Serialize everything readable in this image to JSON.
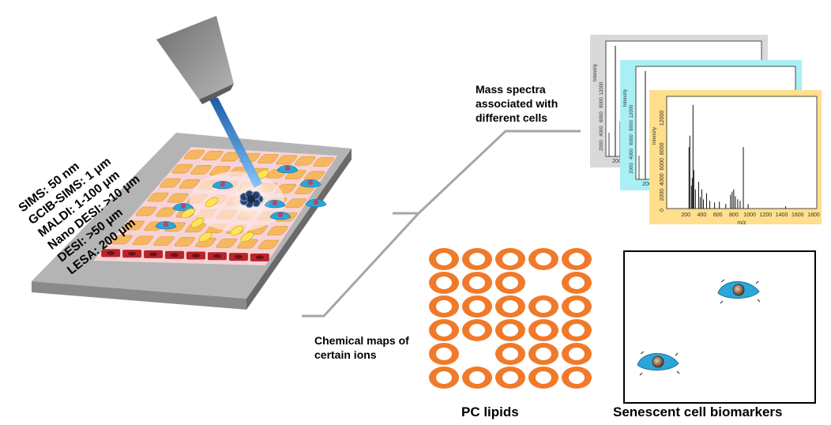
{
  "resolutions": [
    "SIMS: 50 nm",
    "GCIB-SIMS: 1 μm",
    "MALDI: 1-100 μm",
    "Nano DESI: >10 μm",
    "DESI: >50 μm",
    "LESA: 200 μm"
  ],
  "labels": {
    "mass_spectra": [
      "Mass spectra",
      "associated with",
      "different cells"
    ],
    "chemical_maps": [
      "Chemical maps of",
      "certain ions"
    ],
    "pc_lipids": "PC lipids",
    "senescent": "Senescent cell biomarkers"
  },
  "spectra": {
    "back_panels": [
      {
        "color": "#d9d9d9",
        "y_ticks": [
          "2000",
          "4000",
          "6000",
          "8000",
          "12000"
        ],
        "y_label": "Intensity",
        "x_ticks": [
          "200"
        ]
      },
      {
        "color": "#a8f0f5",
        "y_ticks": [
          "2000",
          "4000",
          "6000",
          "8000",
          "12000"
        ],
        "y_label": "Intensity",
        "x_ticks": [
          "200"
        ]
      }
    ],
    "front": {
      "color": "#ffdf8c",
      "y_label": "Intensity",
      "x_label": "m/z",
      "y_ticks": [
        "0",
        "2000",
        "4000",
        "6000",
        "8000",
        "12000"
      ],
      "x_ticks": [
        "200",
        "400",
        "600",
        "800",
        "1000",
        "1200",
        "1400",
        "1600",
        "1800"
      ]
    }
  },
  "pc_lipid_grid": [
    [
      1,
      1,
      1,
      1,
      1
    ],
    [
      1,
      1,
      1,
      0,
      1
    ],
    [
      1,
      1,
      1,
      1,
      1
    ],
    [
      1,
      1,
      1,
      1,
      1
    ],
    [
      1,
      0,
      1,
      1,
      1
    ],
    [
      1,
      1,
      1,
      1,
      1
    ]
  ],
  "colors": {
    "lipid": "#f07a2a",
    "cell_blue": "#2aa6d9",
    "tissue_pink": "#f7d3d6",
    "cell_orange": "#f5b860",
    "beam": "#1e7bd0",
    "rbc": "#b8242a"
  }
}
